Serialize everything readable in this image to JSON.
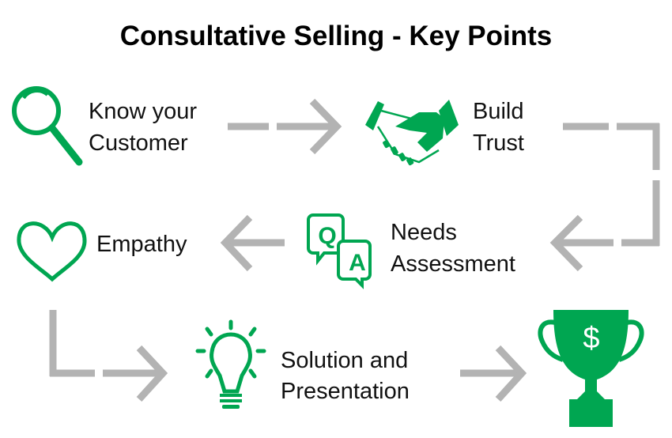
{
  "title": "Consultative Selling - Key Points",
  "steps": [
    {
      "line1": "Know your",
      "line2": "Customer",
      "icon": "magnifier-icon"
    },
    {
      "line1": "Build",
      "line2": "Trust",
      "icon": "handshake-icon"
    },
    {
      "line1": "Needs",
      "line2": "Assessment",
      "icon": "qa-icon",
      "q": "Q",
      "a": "A"
    },
    {
      "line1": "Empathy",
      "icon": "heart-icon"
    },
    {
      "line1": "Solution and",
      "line2": "Presentation",
      "icon": "lightbulb-icon"
    },
    {
      "icon": "trophy-icon",
      "symbol": "$"
    }
  ],
  "colors": {
    "accent": "#00a651",
    "arrow": "#b3b3b3"
  }
}
